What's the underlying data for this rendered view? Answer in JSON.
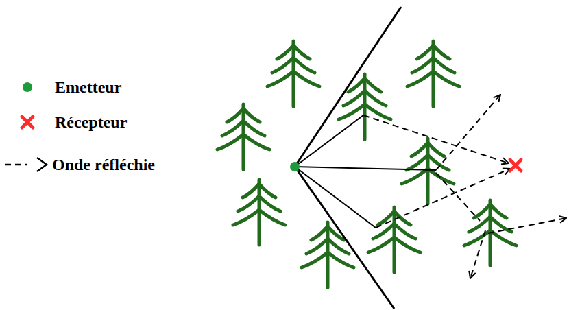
{
  "diagram": {
    "legend": [
      {
        "text": "Emetteur",
        "color": "#1e9a3a"
      },
      {
        "text": "Récepteur",
        "color": "#ff2a2a"
      },
      {
        "text": "Onde réfléchie"
      }
    ]
  }
}
